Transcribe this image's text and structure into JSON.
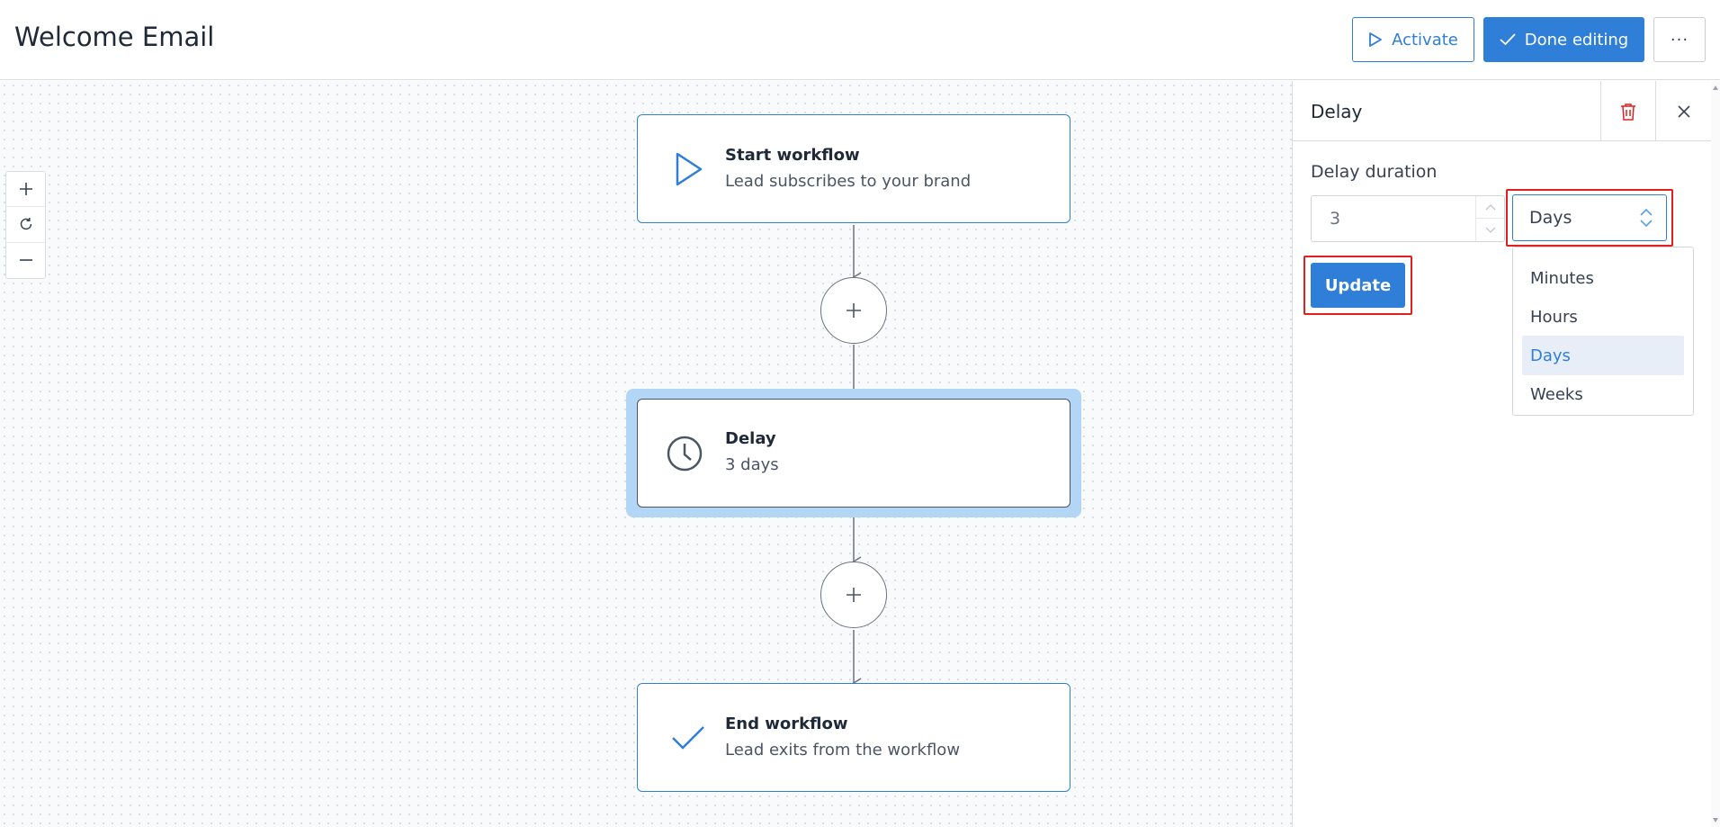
{
  "header": {
    "title": "Welcome Email",
    "activate_label": "Activate",
    "done_label": "Done editing",
    "more_label": "···"
  },
  "colors": {
    "accent": "#2f7fd8",
    "highlight": "#e0201f",
    "selected_node_glow": "#b3d6f7"
  },
  "zoom_controls": [
    "plus-icon",
    "reset-icon",
    "minus-icon"
  ],
  "workflow": {
    "start": {
      "title": "Start workflow",
      "subtitle": "Lead subscribes to your brand",
      "icon": "play-icon"
    },
    "delay": {
      "title": "Delay",
      "subtitle": "3 days",
      "icon": "clock-icon"
    },
    "end": {
      "title": "End workflow",
      "subtitle": "Lead exits from the workflow",
      "icon": "check-icon"
    },
    "add_step_icon": "plus-icon"
  },
  "panel": {
    "title": "Delay",
    "field_label": "Delay duration",
    "duration_value": "3",
    "unit_value": "Days",
    "unit_options": [
      {
        "label": "Minutes",
        "selected": false
      },
      {
        "label": "Hours",
        "selected": false
      },
      {
        "label": "Days",
        "selected": true
      },
      {
        "label": "Weeks",
        "selected": false
      }
    ],
    "update_label": "Update"
  }
}
